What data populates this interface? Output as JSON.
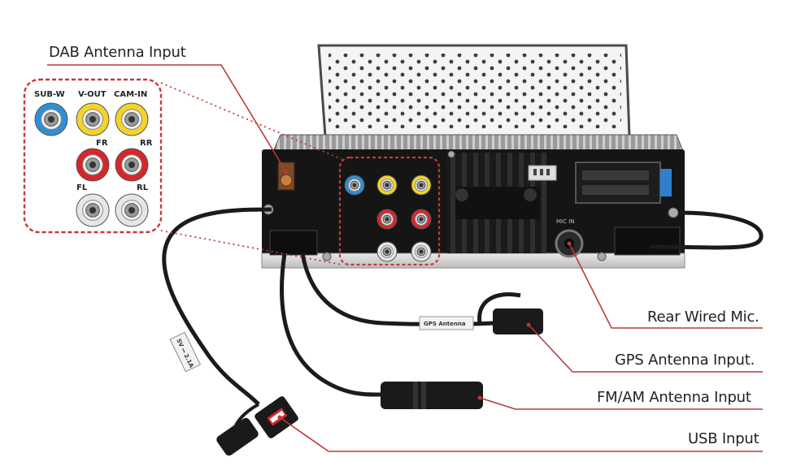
{
  "callouts": {
    "dab": "DAB Antenna  Input",
    "rear_mic": "Rear Wired Mic.",
    "gps": "GPS Antenna Input.",
    "fmam": "FM/AM Antenna Input",
    "usb": "USB Input"
  },
  "inset": {
    "top_row": [
      "SUB-W",
      "V-OUT",
      "CAM-IN"
    ],
    "front": [
      "FR",
      "RR"
    ],
    "rear": [
      "FL",
      "RL"
    ]
  },
  "cable_labels": {
    "gps": "GPS Antenna",
    "usb": "5V ⎓ 2.1A"
  },
  "unit_labels": {
    "mic": "MIC IN"
  },
  "colors": {
    "leader": "#b83a3a",
    "rca_blue": "#2f8fd6",
    "rca_yellow": "#f2d42a",
    "rca_red": "#d7262b",
    "rca_white": "#e6e6e6"
  }
}
